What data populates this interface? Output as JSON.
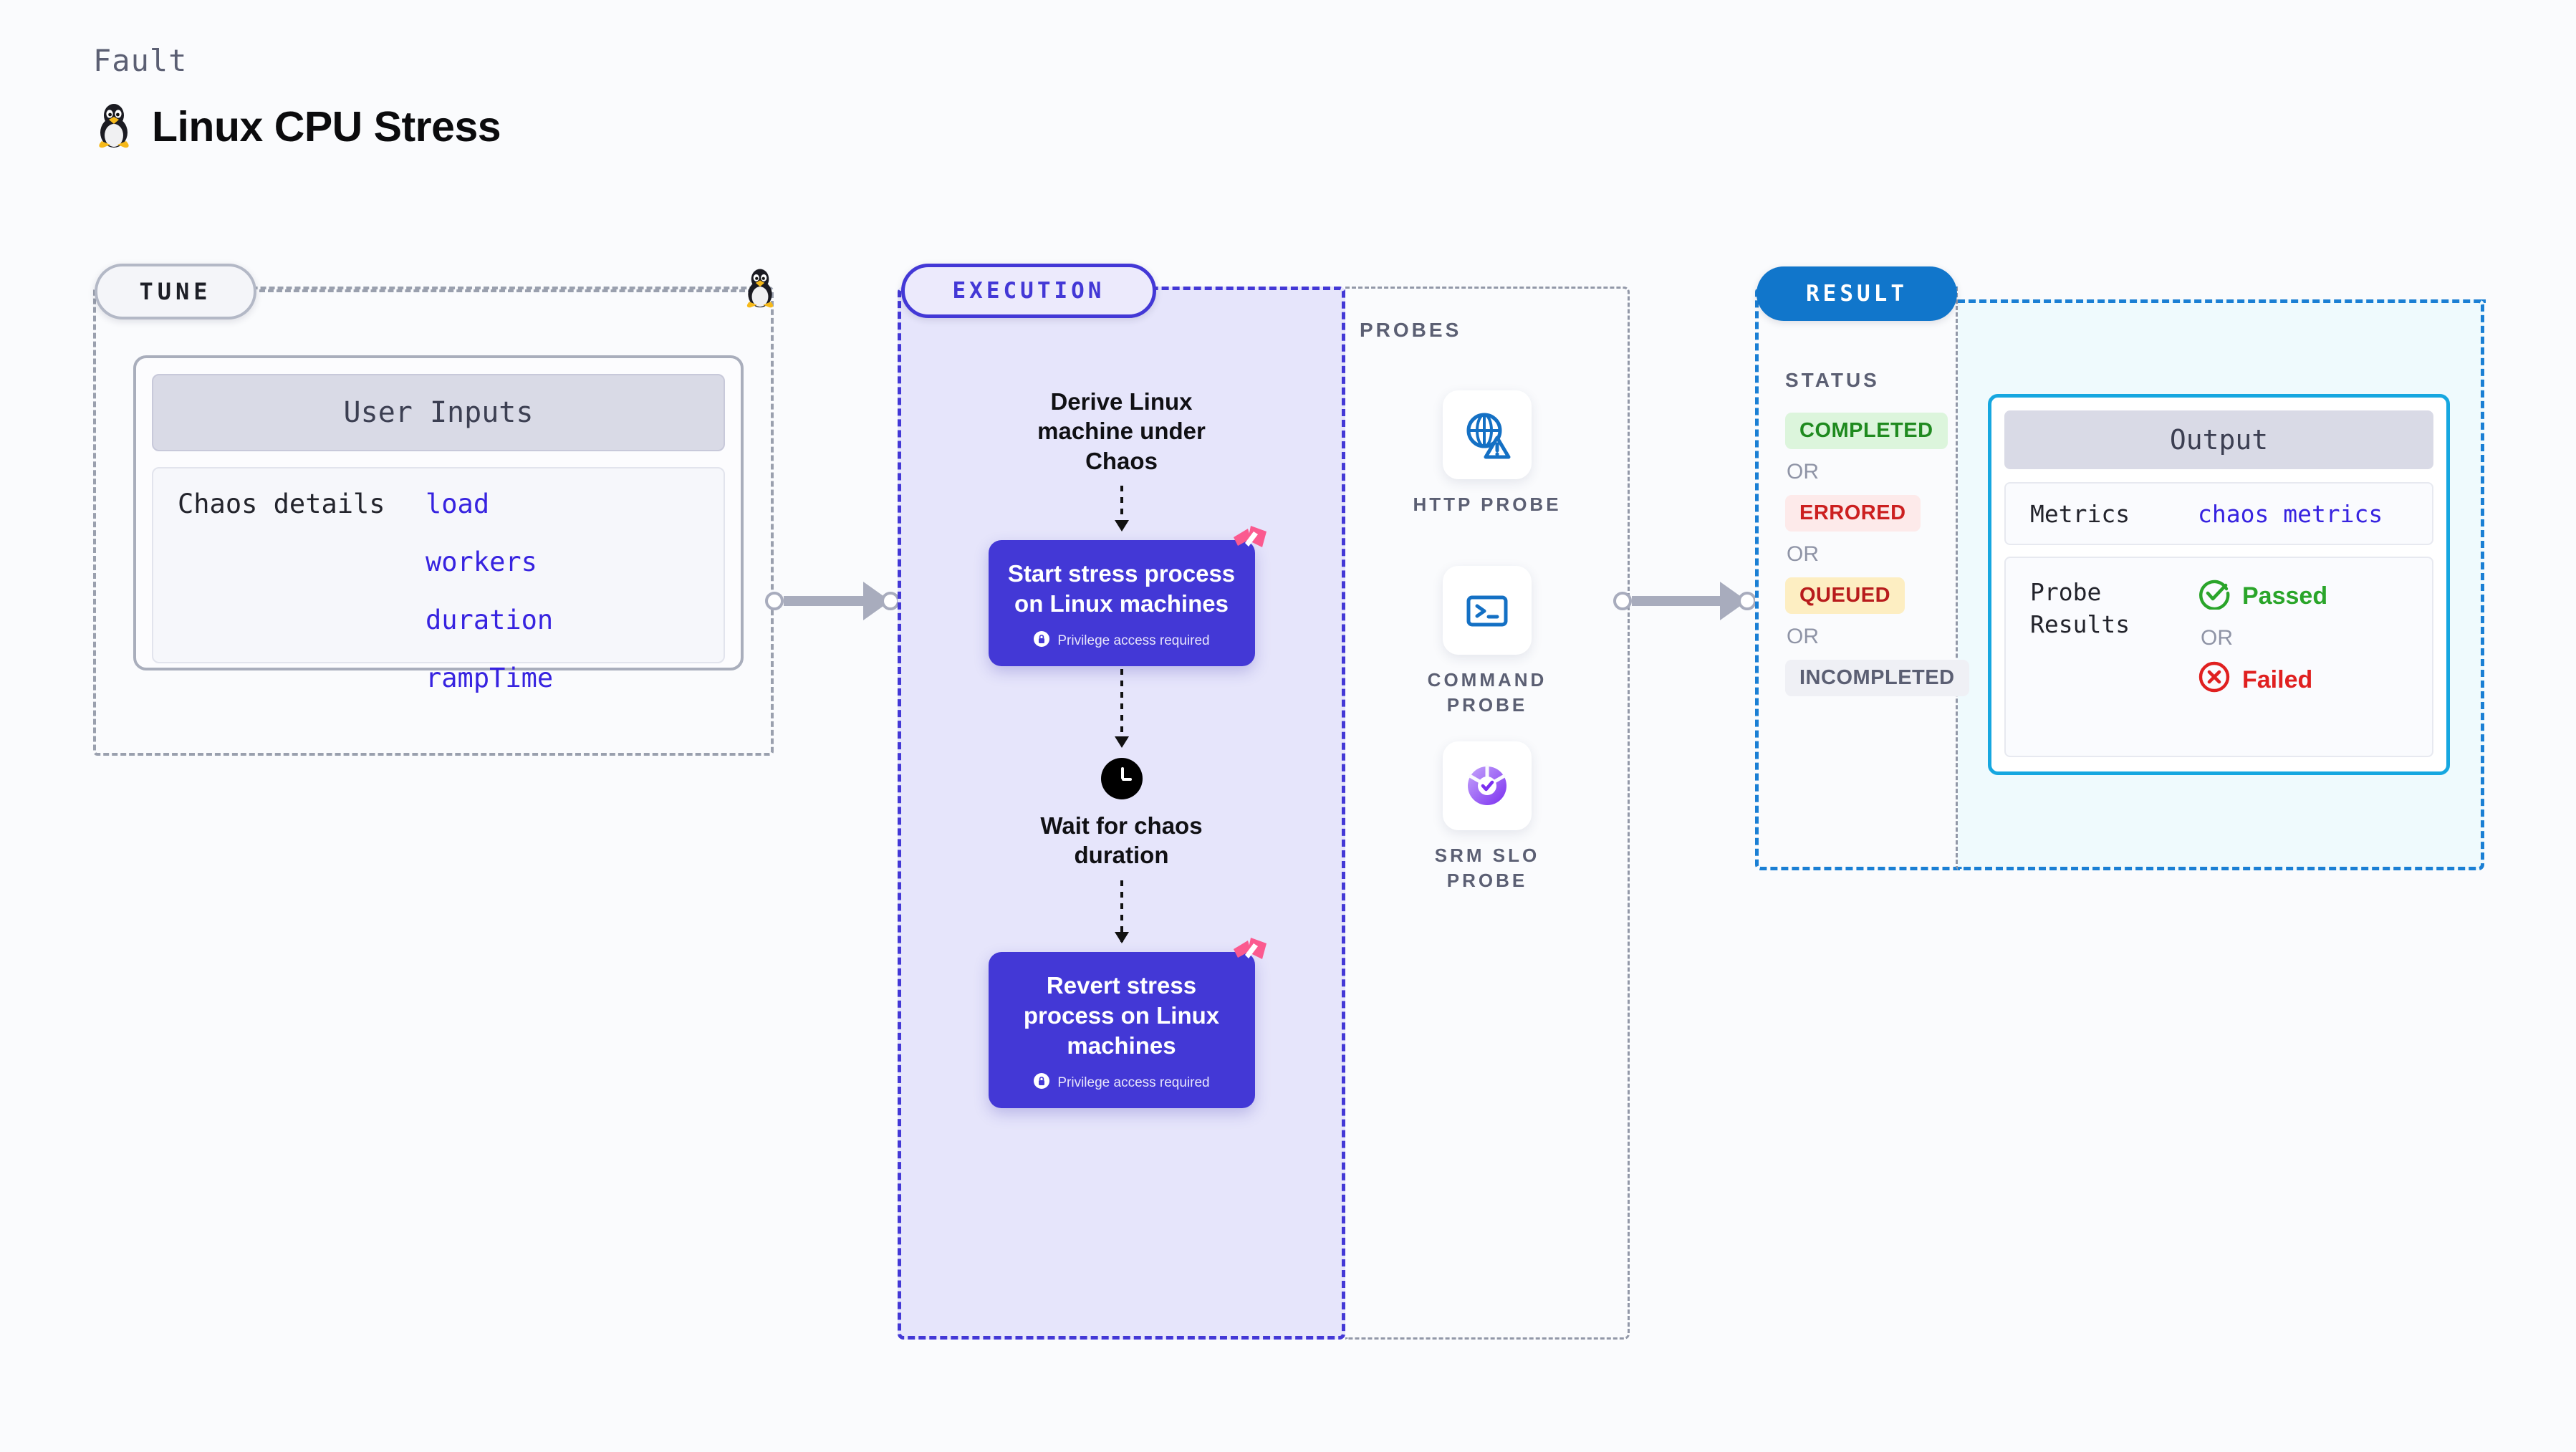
{
  "header": {
    "eyebrow": "Fault",
    "title": "Linux CPU Stress",
    "icon": "tux-penguin-icon"
  },
  "tune": {
    "badge": "TUNE",
    "card_header": "User Inputs",
    "details_label": "Chaos details",
    "params": [
      "load",
      "workers",
      "duration",
      "rampTime"
    ],
    "corner_icon": "tux-penguin-icon"
  },
  "execution": {
    "badge": "EXECUTION",
    "steps": [
      {
        "type": "text",
        "label": "Derive Linux machine under Chaos"
      },
      {
        "type": "card",
        "label": "Start stress process on Linux machines",
        "note": "Privilege access required",
        "note_icon": "lock-icon",
        "brand_icon": "harness-logo-icon"
      },
      {
        "type": "wait",
        "label": "Wait for chaos duration",
        "icon": "clock-icon"
      },
      {
        "type": "card",
        "label": "Revert stress process on Linux machines",
        "note": "Privilege access required",
        "note_icon": "lock-icon",
        "brand_icon": "harness-logo-icon"
      }
    ]
  },
  "probes": {
    "title": "PROBES",
    "items": [
      {
        "label": "HTTP PROBE",
        "icon": "globe-warning-icon"
      },
      {
        "label": "COMMAND PROBE",
        "icon": "terminal-icon"
      },
      {
        "label": "SRM SLO PROBE",
        "icon": "slo-donut-check-icon"
      }
    ]
  },
  "result": {
    "badge": "RESULT",
    "status_title": "STATUS",
    "or_label": "OR",
    "statuses": [
      {
        "label": "COMPLETED",
        "bg": "#dcf5dc",
        "fg": "#1f8a1f"
      },
      {
        "label": "ERRORED",
        "bg": "#fdeaea",
        "fg": "#cc2020"
      },
      {
        "label": "QUEUED",
        "bg": "#fdeec2",
        "fg": "#b81c1c"
      },
      {
        "label": "INCOMPLETED",
        "bg": "#eff0f5",
        "fg": "#5b5f73"
      }
    ],
    "output": {
      "header": "Output",
      "metrics_label": "Metrics",
      "metrics_value": "chaos metrics",
      "probe_results_label": "Probe Results",
      "passed_label": "Passed",
      "passed_icon": "check-circle-icon",
      "failed_label": "Failed",
      "failed_icon": "x-circle-icon",
      "or_label": "OR"
    }
  },
  "colors": {
    "purple": "#4338d6",
    "pink": "#fb5a8f",
    "cyan": "#16a7e0",
    "blue": "#1176cb",
    "green": "#2aa52a",
    "red": "#e02020",
    "param_blue": "#3723e0"
  }
}
